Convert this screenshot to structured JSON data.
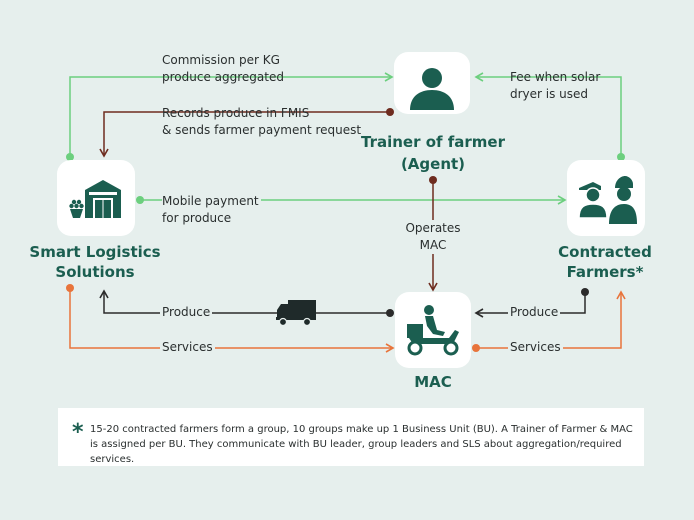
{
  "nodes": {
    "sls": {
      "label_line1": "Smart Logistics",
      "label_line2": "Solutions",
      "icon": "warehouse-icon"
    },
    "trainer": {
      "label_line1": "Trainer of farmer",
      "label_line2": "(Agent)",
      "icon": "person-icon"
    },
    "farmers": {
      "label_line1": "Contracted",
      "label_line2": "Farmers*",
      "icon": "farmers-group-icon"
    },
    "mac": {
      "label": "MAC",
      "icon": "delivery-scooter-icon"
    }
  },
  "edges": {
    "commission": {
      "line1": "Commission per KG",
      "line2": "produce aggregated"
    },
    "records": {
      "line1": "Records produce in FMIS",
      "line2": "& sends farmer payment request"
    },
    "fee": {
      "line1": "Fee when solar",
      "line2": "dryer is used"
    },
    "mobile_payment": {
      "line1": "Mobile payment",
      "line2": "for produce"
    },
    "operates": {
      "line1": "Operates",
      "line2": "MAC"
    },
    "produce_left": "Produce",
    "services_left": "Services",
    "produce_right": "Produce",
    "services_right": "Services"
  },
  "colors": {
    "green_arrow": "#6ccf7e",
    "brown_arrow": "#6e2c1f",
    "orange_arrow": "#e8743b",
    "dark_arrow": "#2b2b2b",
    "node_text": "#1b5e50",
    "background": "#e6efed"
  },
  "footnote": {
    "symbol": "*",
    "text": "15-20 contracted farmers form a group, 10 groups make up 1 Business Unit (BU). A Trainer of Farmer & MAC is assigned per BU. They communicate with BU leader, group leaders and SLS about aggregation/required services."
  }
}
